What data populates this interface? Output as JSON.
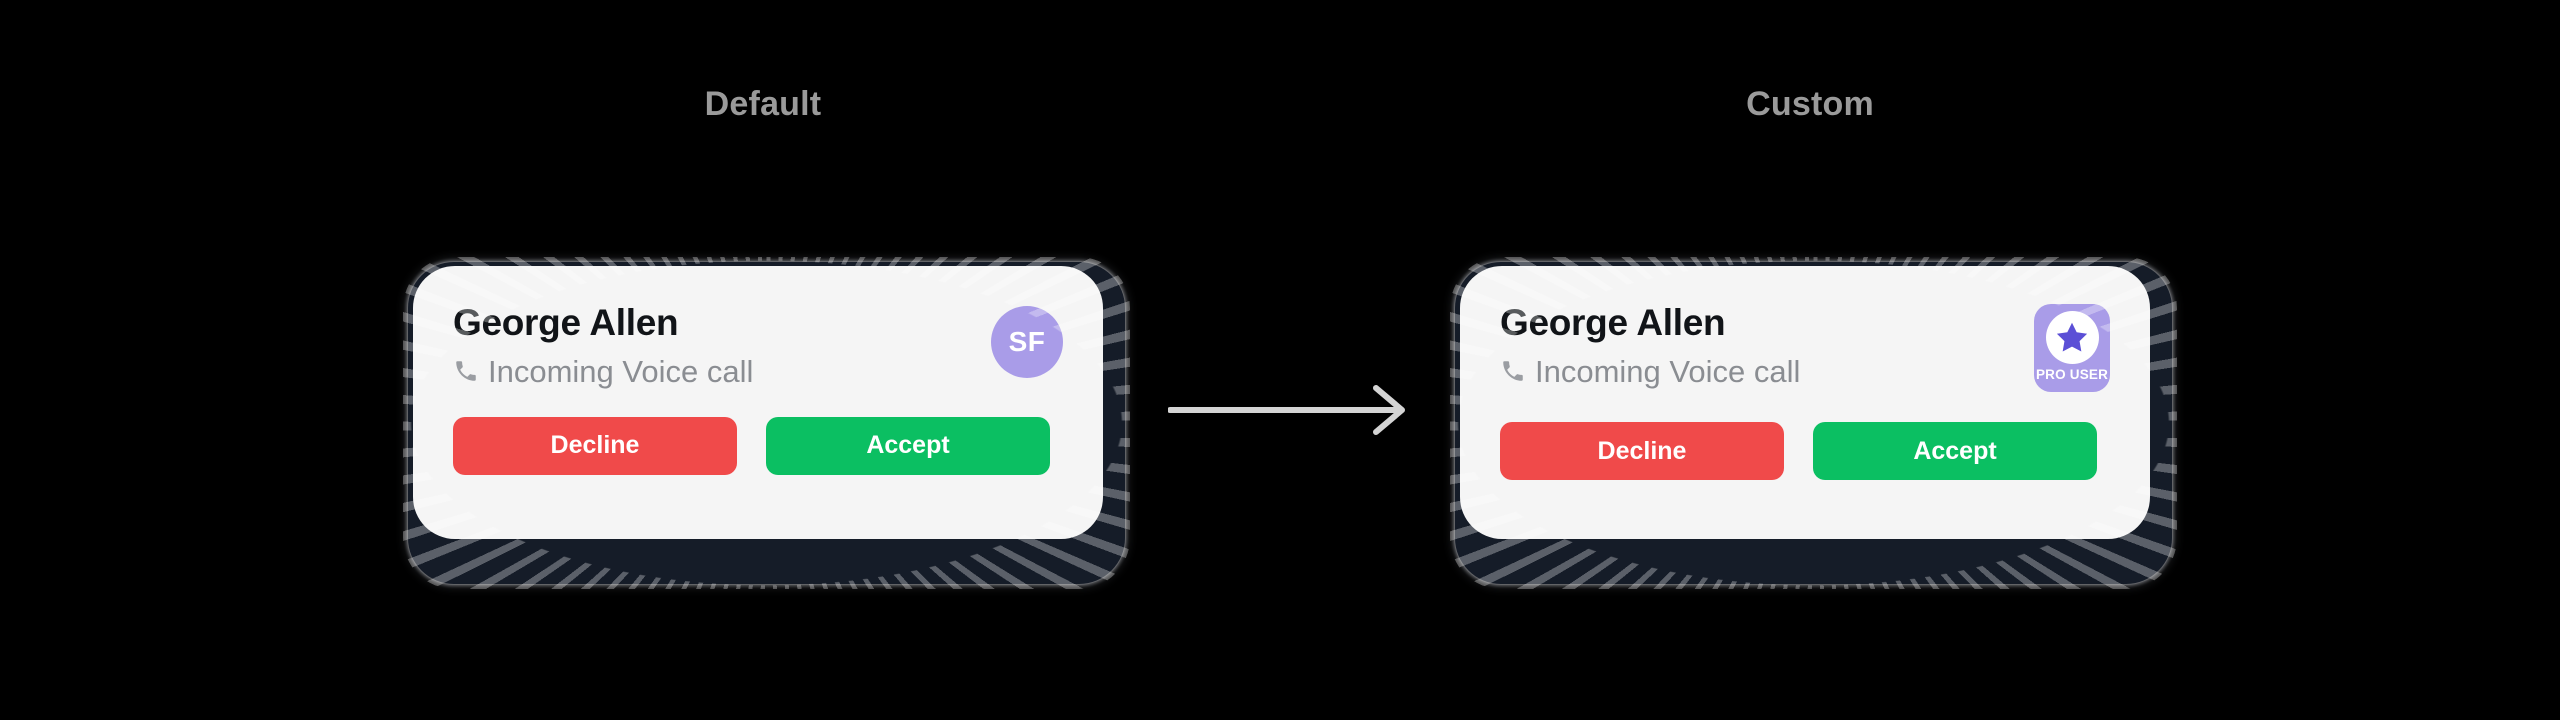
{
  "columns": [
    {
      "heading": "Default"
    },
    {
      "heading": "Custom"
    }
  ],
  "cards": {
    "default": {
      "caller_name": "George Allen",
      "call_status": "Incoming Voice call",
      "phone_icon": "phone-icon",
      "avatar": {
        "type": "initials-circle",
        "initials": "SF",
        "background": "#A99CE8",
        "text_color": "#FFFFFF"
      },
      "buttons": {
        "decline_label": "Decline",
        "accept_label": "Accept",
        "decline_color": "#F04A4A",
        "accept_color": "#0BBF62"
      }
    },
    "custom": {
      "caller_name": "George Allen",
      "call_status": "Incoming Voice call",
      "phone_icon": "phone-icon",
      "avatar": {
        "type": "pro-badge",
        "badge_label": "PRO USER",
        "badge_icon": "star-icon",
        "background": "#A99CE8",
        "star_color": "#5B4FD6",
        "disc_color": "#FFFFFF",
        "text_color": "#FFFFFF"
      },
      "buttons": {
        "decline_label": "Decline",
        "accept_label": "Accept",
        "decline_color": "#F04A4A",
        "accept_color": "#0BBF62"
      }
    }
  },
  "arrow": {
    "icon": "arrow-right-icon",
    "color": "#D4D4D4",
    "direction": "right"
  },
  "theme": {
    "background": "#000000",
    "card_background": "#F5F5F5",
    "card_frame": "#151C28",
    "heading_color": "#9A9A9A",
    "caller_name_color": "#111418",
    "call_status_color": "#8A8D92"
  }
}
